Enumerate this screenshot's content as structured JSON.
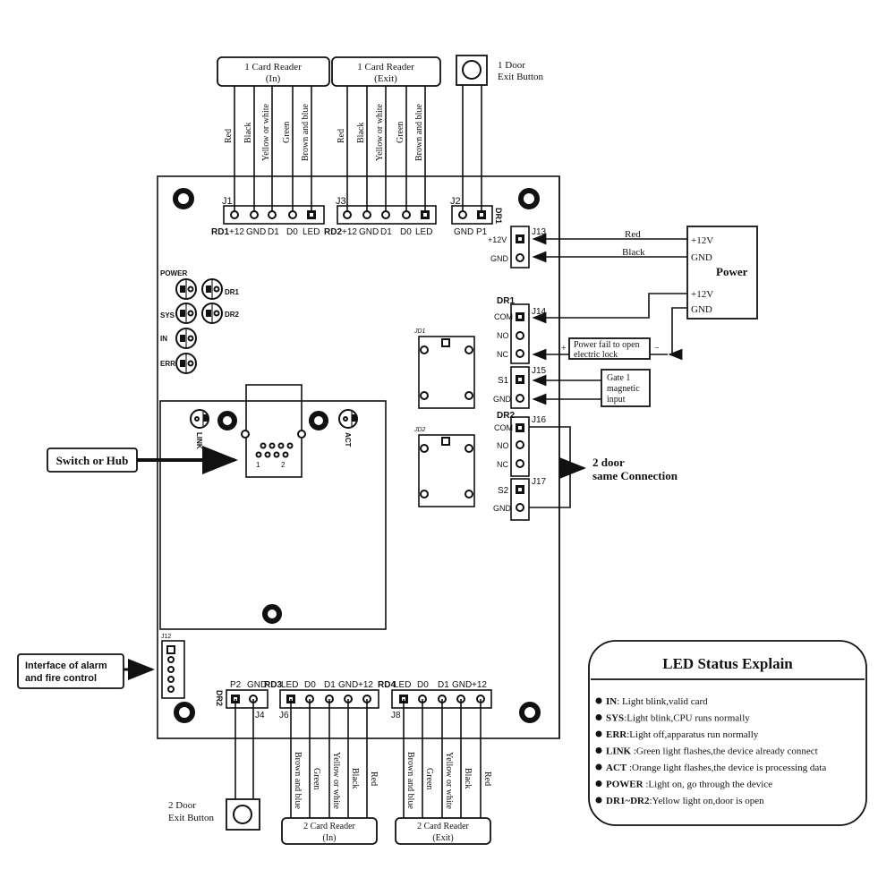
{
  "top_readers": {
    "reader1_in": {
      "line1": "1 Card Reader",
      "line2": "(In)"
    },
    "reader1_exit": {
      "line1": "1 Card Reader",
      "line2": "(Exit)"
    },
    "exit_button_1": {
      "line1": "1 Door",
      "line2": "Exit Button"
    },
    "wire_colors": [
      "Red",
      "Black",
      "Yellow or white",
      "Green",
      "Brown and blue"
    ]
  },
  "connectors": {
    "j1": {
      "label": "J1",
      "prefix": "RD1",
      "pins": [
        "+12",
        "GND",
        "D1",
        "D0",
        "LED"
      ]
    },
    "j3": {
      "label": "J3",
      "prefix": "RD2",
      "pins": [
        "+12",
        "GND",
        "D1",
        "D0",
        "LED"
      ]
    },
    "j2": {
      "label": "J2",
      "side": "DR1",
      "pins": [
        "GND",
        "P1"
      ]
    },
    "j13": {
      "label": "J13",
      "pins": [
        "+12V",
        "GND"
      ]
    },
    "j14": {
      "label": "J14",
      "group": "DR1",
      "pins": [
        "COM",
        "NO",
        "NC"
      ]
    },
    "j15": {
      "label": "J15",
      "pins": [
        "S1",
        "GND"
      ]
    },
    "j16": {
      "label": "J16",
      "group": "DR2",
      "pins": [
        "COM",
        "NO",
        "NC"
      ]
    },
    "j17": {
      "label": "J17",
      "pins": [
        "S2",
        "GND"
      ]
    },
    "j4": {
      "label": "J4",
      "side": "DR2",
      "pins": [
        "P2",
        "GND"
      ]
    },
    "j6": {
      "label": "J6",
      "prefix": "RD3",
      "pins": [
        "LED",
        "D0",
        "D1",
        "GND",
        "+12"
      ]
    },
    "j8": {
      "label": "J8",
      "prefix": "RD4",
      "pins": [
        "LED",
        "D0",
        "D1",
        "GND",
        "+12"
      ]
    },
    "j12": {
      "label": "J12"
    },
    "jd1": {
      "label": "JD1"
    },
    "jd2": {
      "label": "JD2"
    }
  },
  "leds": {
    "power": "POWER",
    "dr1": "DR1",
    "sys": "SYS",
    "dr2": "DR2",
    "in": "IN",
    "err": "ERR",
    "link": "LINK",
    "act": "ACT"
  },
  "rj45": {
    "pin_first": "1",
    "pin_last": "2"
  },
  "power_supply": {
    "title": "Power",
    "terminals": [
      "+12V",
      "GND",
      "+12V",
      "GND"
    ],
    "wire_red": "Red",
    "wire_black": "Black"
  },
  "annotations": {
    "power_fail": {
      "line1": "Power fail to open",
      "line2": "electric lock",
      "plus": "+",
      "minus": "−"
    },
    "gate1": {
      "line1": "Gate 1",
      "line2": "magnetic",
      "line3": "input"
    },
    "door2": {
      "line1": "2 door",
      "line2": "same Connection"
    },
    "switch_hub": "Switch or Hub",
    "alarm": {
      "line1": "Interface of alarm",
      "line2": "and fire control"
    }
  },
  "bottom_readers": {
    "reader2_in": {
      "line1": "2 Card Reader",
      "line2": "(In)"
    },
    "reader2_exit": {
      "line1": "2 Card Reader",
      "line2": "(Exit)"
    },
    "exit_button_2": {
      "line1": "2 Door",
      "line2": "Exit Button"
    },
    "wire_colors": [
      "Brown and blue",
      "Green",
      "Yellow or white",
      "Black",
      "Red"
    ]
  },
  "led_status": {
    "title": "LED Status Explain",
    "items": [
      {
        "key": "IN",
        "text": ": Light blink,valid card"
      },
      {
        "key": "SYS",
        "text": ":Light blink,CPU runs normally"
      },
      {
        "key": "ERR",
        "text": ":Light off,apparatus run normally"
      },
      {
        "key": "LINK",
        "text": " :Green light flashes,the device already connect"
      },
      {
        "key": "ACT",
        "text": " :Orange light flashes,the device is processing data"
      },
      {
        "key": "POWER",
        "text": " :Light on, go through the device"
      },
      {
        "key": "DR1~DR2",
        "text": ":Yellow light on,door is open"
      }
    ]
  }
}
